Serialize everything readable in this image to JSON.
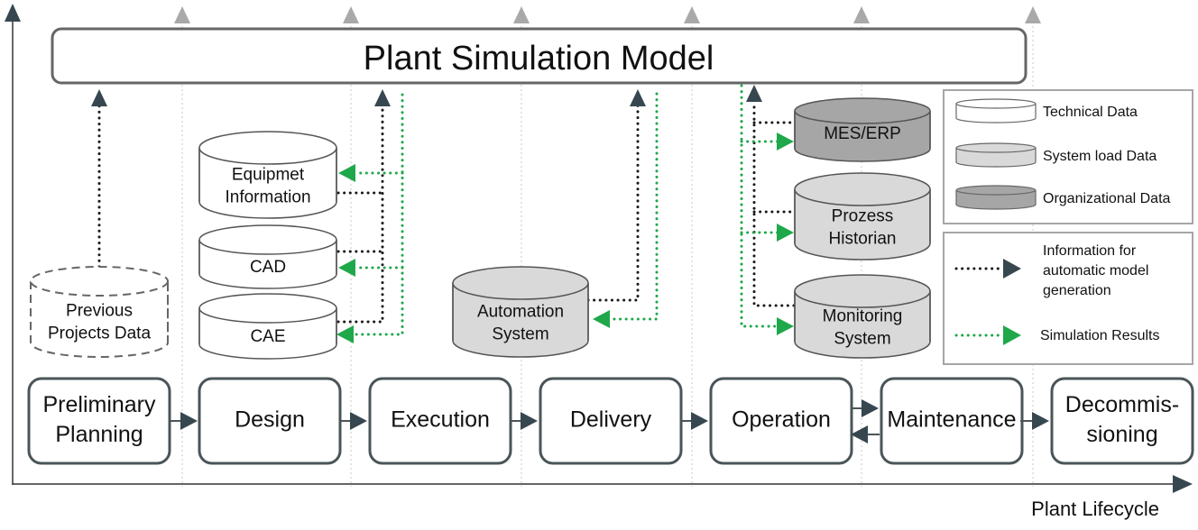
{
  "title": "Plant Simulation Model",
  "axis_label": "Plant Lifecycle",
  "stages": [
    {
      "lines": [
        "Preliminary",
        "Planning"
      ]
    },
    {
      "lines": [
        "Design"
      ]
    },
    {
      "lines": [
        "Execution"
      ]
    },
    {
      "lines": [
        "Delivery"
      ]
    },
    {
      "lines": [
        "Operation"
      ]
    },
    {
      "lines": [
        "Maintenance"
      ]
    },
    {
      "lines": [
        "Decommis-",
        "sioning"
      ]
    }
  ],
  "databases": {
    "previous": {
      "lines": [
        "Previous",
        "Projects Data"
      ],
      "type": "previous"
    },
    "equipment": {
      "lines": [
        "Equipmet",
        "Information"
      ],
      "type": "technical"
    },
    "cad": {
      "lines": [
        "CAD"
      ],
      "type": "technical"
    },
    "cae": {
      "lines": [
        "CAE"
      ],
      "type": "technical"
    },
    "automation": {
      "lines": [
        "Automation",
        "System"
      ],
      "type": "system_load"
    },
    "meserp": {
      "lines": [
        "MES/ERP"
      ],
      "type": "organizational"
    },
    "historian": {
      "lines": [
        "Prozess",
        "Historian"
      ],
      "type": "system_load"
    },
    "monitoring": {
      "lines": [
        "Monitoring",
        "System"
      ],
      "type": "system_load"
    }
  },
  "legend": {
    "data_types": [
      {
        "label": "Technical Data",
        "color": "#ffffff"
      },
      {
        "label": "System load Data",
        "color": "#d9d9d9"
      },
      {
        "label": "Organizational Data",
        "color": "#a6a6a6"
      }
    ],
    "flows": [
      {
        "lines": [
          "Information for",
          "automatic model",
          "generation"
        ],
        "color": "#1a1a1a"
      },
      {
        "lines": [
          "Simulation Results"
        ],
        "color": "#1fa84a"
      }
    ]
  },
  "colors": {
    "info_flow": "#1a1a1a",
    "results_flow": "#1fa84a",
    "arrow_dark": "#37474f",
    "tick_gray": "#a9a9a9",
    "box_stroke": "#4a5559"
  }
}
